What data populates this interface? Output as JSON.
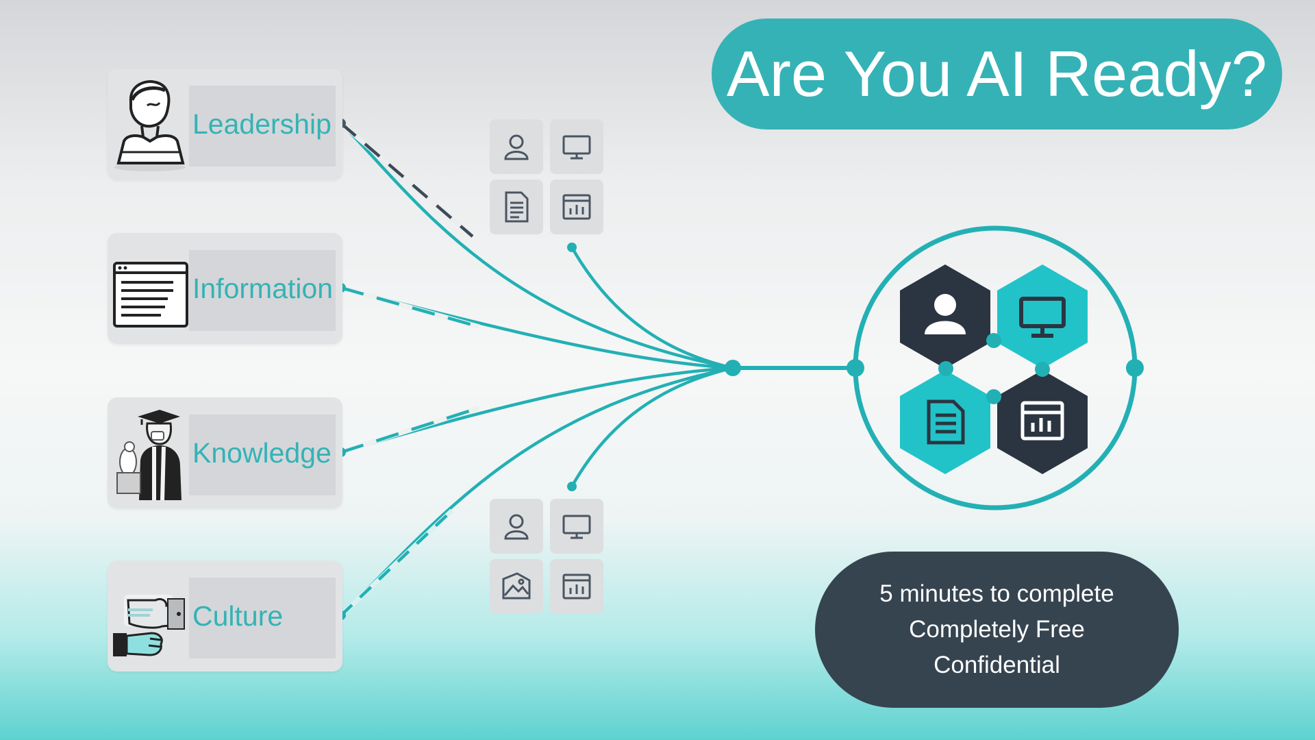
{
  "title": "Are You AI Ready?",
  "categories": [
    {
      "label": "Leadership",
      "illustration": "leader-portrait-icon"
    },
    {
      "label": "Information",
      "illustration": "browser-window-icon"
    },
    {
      "label": "Knowledge",
      "illustration": "graduate-scholar-icon"
    },
    {
      "label": "Culture",
      "illustration": "handshake-icon"
    }
  ],
  "tile_groups": {
    "top": [
      "user-icon",
      "monitor-icon",
      "document-icon",
      "bar-chart-icon"
    ],
    "bottom": [
      "user-icon",
      "monitor-icon",
      "image-edit-icon",
      "bar-chart-icon"
    ]
  },
  "hub_icons": [
    "user-icon",
    "monitor-icon",
    "document-icon",
    "bar-chart-icon"
  ],
  "benefits": [
    "5 minutes to complete",
    "Completely Free",
    "Confidential"
  ],
  "colors": {
    "accent": "#35b2b6",
    "dark": "#364450",
    "hex_dark": "#2b3541",
    "hex_teal": "#22c3c8"
  }
}
